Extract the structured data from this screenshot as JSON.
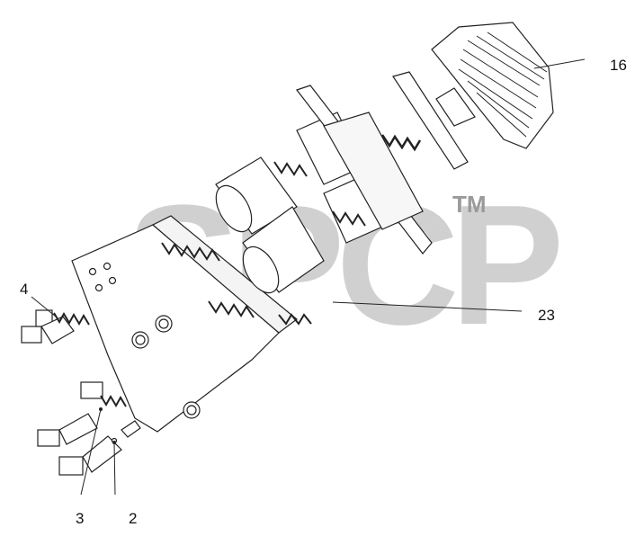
{
  "watermark": {
    "text": "SPCP",
    "tm": "TM"
  },
  "callouts": [
    "16",
    "23",
    "4",
    "3",
    "2"
  ],
  "colors": {
    "line": "#222222",
    "watermark": "#969696"
  }
}
